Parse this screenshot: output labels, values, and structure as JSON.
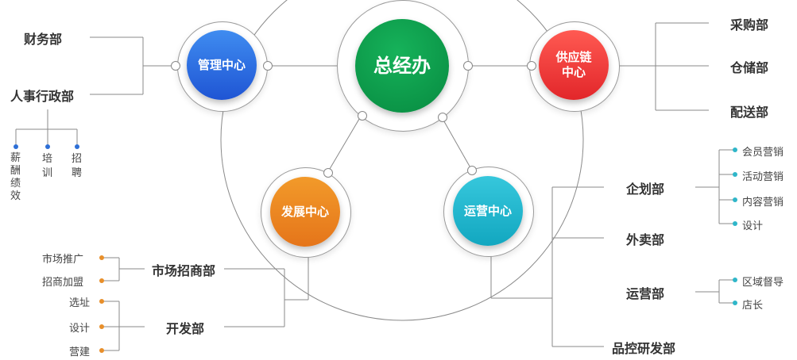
{
  "center": {
    "label": "总经办"
  },
  "nodes": {
    "mgmt": {
      "label": "管理中心"
    },
    "supply": {
      "label": "供应链\n中心"
    },
    "dev": {
      "label": "发展中心"
    },
    "ops": {
      "label": "运营中心"
    }
  },
  "mgmt_depts": {
    "finance": "财务部",
    "hr_admin": "人事行政部",
    "hr_subs": [
      "薪酬绩效",
      "培训",
      "招聘"
    ]
  },
  "supply_depts": [
    "采购部",
    "仓储部",
    "配送部"
  ],
  "dev_depts": {
    "market": "市场招商部",
    "market_subs": [
      "市场推广",
      "招商加盟"
    ],
    "develop": "开发部",
    "develop_subs": [
      "选址",
      "设计",
      "营建"
    ]
  },
  "ops_depts": {
    "planning": "企划部",
    "planning_subs": [
      "会员营销",
      "活动营销",
      "内容营销",
      "设计"
    ],
    "takeout": "外卖部",
    "operations": "运营部",
    "operations_subs": [
      "区域督导",
      "店长"
    ],
    "qc": "品控研发部"
  },
  "colors": {
    "center": "#0a9a4a",
    "mgmt": "#2e6fe0",
    "supply": "#ee3b3b",
    "dev": "#ec8a1c",
    "ops": "#1cb8cf",
    "line": "#8a8a8a"
  }
}
